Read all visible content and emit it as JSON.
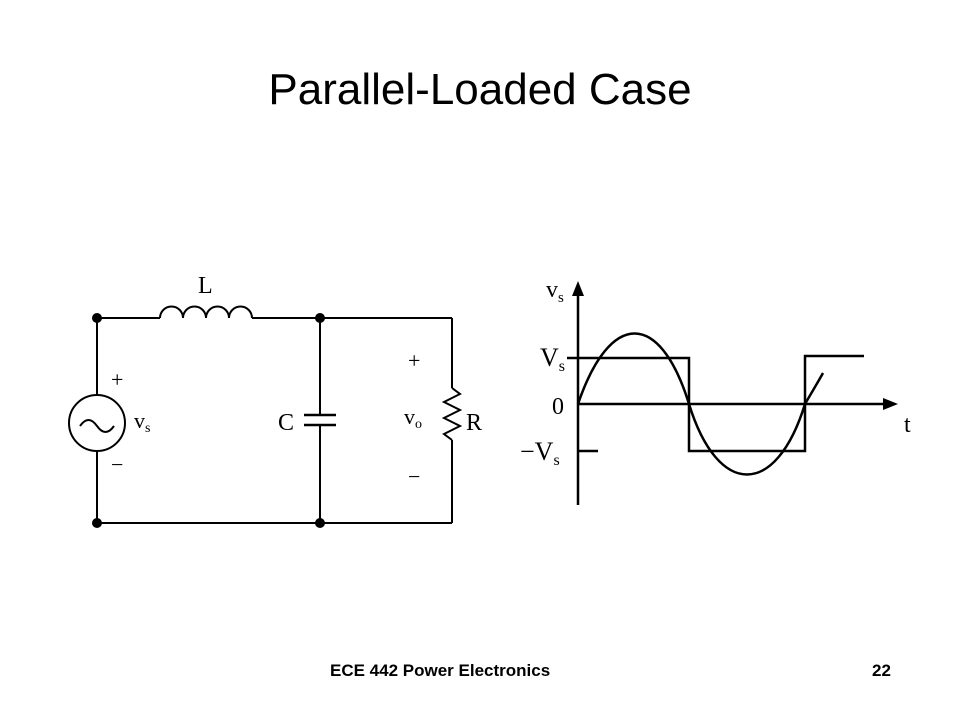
{
  "slide": {
    "title": "Parallel-Loaded Case",
    "footer_course": "ECE 442 Power Electronics",
    "footer_page": "22"
  },
  "circuit": {
    "inductor_label": "L",
    "capacitor_label": "C",
    "resistor_label": "R",
    "source_label_main": "v",
    "source_label_sub": "s",
    "source_plus": "+",
    "source_minus": "−",
    "output_label_main": "v",
    "output_label_sub": "o",
    "output_plus": "+",
    "output_minus": "−",
    "source_icon": "ac-source-icon"
  },
  "waveform": {
    "y_axis_main": "v",
    "y_axis_sub": "s",
    "x_axis_label": "t",
    "level_high_main": "V",
    "level_high_sub": "s",
    "level_zero": "0",
    "level_low_main": "−V",
    "level_low_sub": "s"
  }
}
